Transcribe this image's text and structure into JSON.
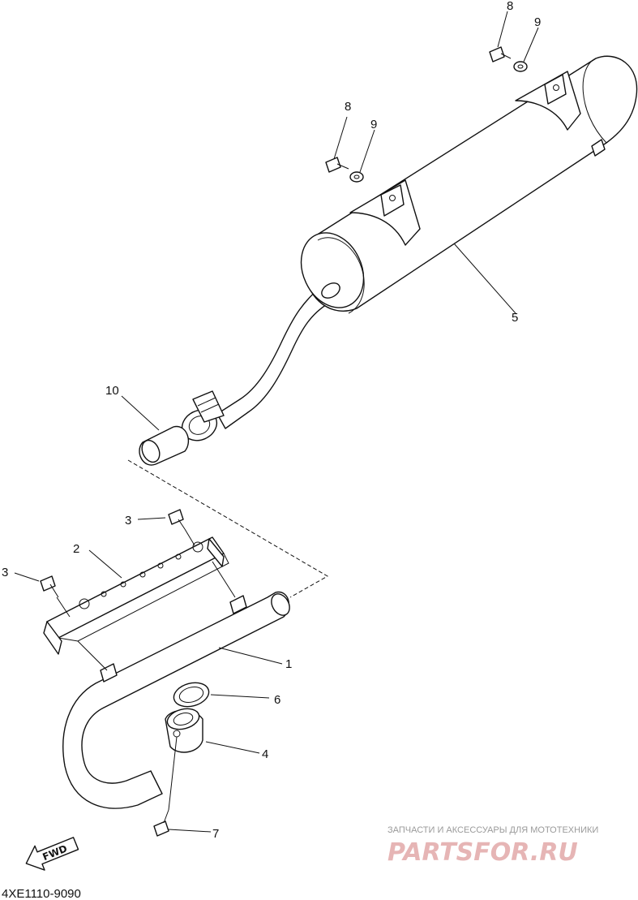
{
  "diagram": {
    "part_labels": {
      "p1": "1",
      "p2": "2",
      "p3a": "3",
      "p3b": "3",
      "p4": "4",
      "p5": "5",
      "p6": "6",
      "p7": "7",
      "p8a": "8",
      "p8b": "8",
      "p9a": "9",
      "p9b": "9",
      "p10": "10"
    },
    "fwd_label": "FWD",
    "diagram_code": "4XE1110-9090"
  },
  "watermark": {
    "caption": "ЗАПЧАСТИ И АКСЕССУАРЫ ДЛЯ МОТОТЕХНИКИ",
    "brand": "PARTSFOR.RU",
    "color": "#e6b5b5"
  }
}
